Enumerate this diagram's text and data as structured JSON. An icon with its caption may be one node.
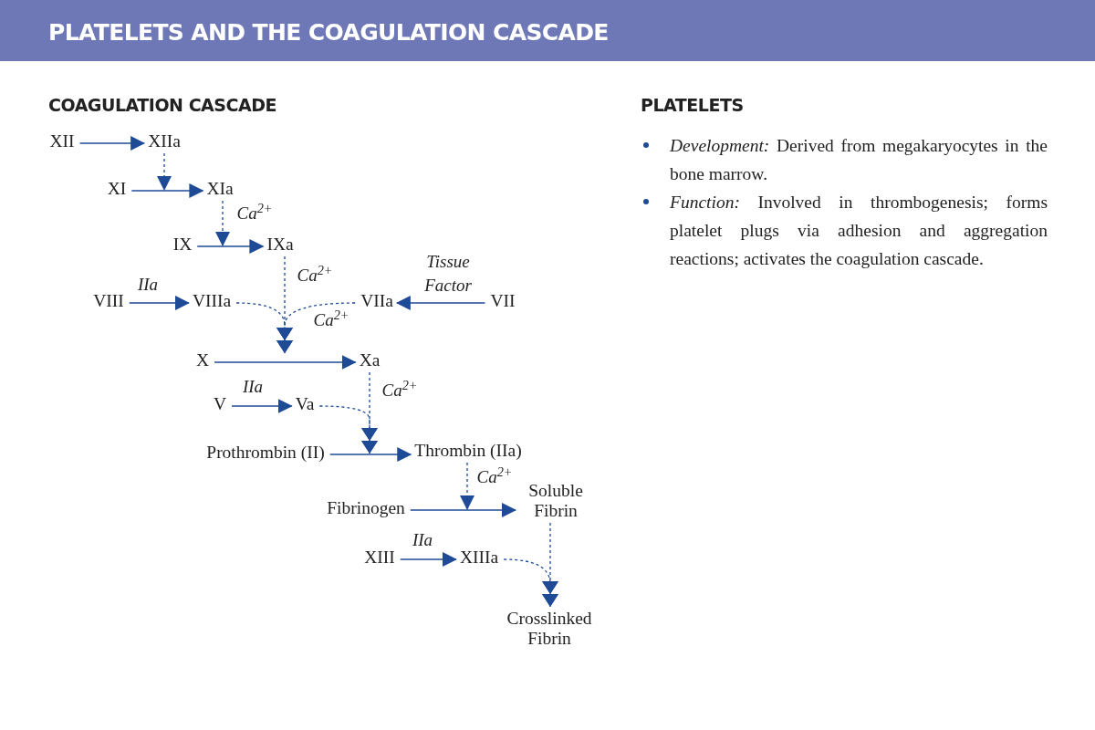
{
  "diagram": {
    "title": "PLATELETS AND THE COAGULATION CASCADE",
    "nodes": [
      {
        "text": [
          "XII"
        ]
      },
      {
        "text": [
          "XIIa"
        ]
      },
      {
        "text": [
          "XI"
        ]
      },
      {
        "text": [
          "XIa"
        ]
      },
      {
        "text": [
          "IX"
        ]
      },
      {
        "text": [
          "IXa"
        ]
      },
      {
        "text": [
          "VIII"
        ]
      },
      {
        "text": [
          "VIIIa"
        ]
      },
      {
        "text": [
          "VIIa"
        ]
      },
      {
        "text": [
          "VII"
        ]
      },
      {
        "text": [
          "X"
        ]
      },
      {
        "text": [
          "Xa"
        ]
      },
      {
        "text": [
          "V"
        ]
      },
      {
        "text": [
          "Va"
        ]
      },
      {
        "text": [
          "Prothrombin (II)"
        ]
      },
      {
        "text": [
          "Thrombin (IIa)"
        ]
      },
      {
        "text": [
          "Fibrinogen"
        ]
      },
      {
        "text": [
          "Soluble Fibrin"
        ]
      },
      {
        "text": [
          "XIII"
        ]
      },
      {
        "text": [
          "XIIIa"
        ]
      },
      {
        "text": [
          "Crosslinked Fibrin"
        ]
      }
    ],
    "edges": [
      {
        "from": 0,
        "to": 1,
        "arrow": "to"
      },
      {
        "from": 1,
        "to": 2,
        "arrow": "to",
        "style": "dashed"
      },
      {
        "from": 2,
        "to": 3,
        "arrow": "to"
      },
      {
        "from": 3,
        "to": 4,
        "arrow": "to",
        "style": "dashed",
        "label": "Ca$^{2+}$"
      },
      {
        "from": 4,
        "to": 5,
        "arrow": "to"
      },
      {
        "from": 5,
        "to": null,
        "arrow": "to",
        "style": "dashed",
        "label": "Ca$^{2+}$"
      },
      {
        "from": 6,
        "to": 7,
        "arrow": "to",
        "label": "IIa"
      },
      {
        "from": 7,
        "to": null,
        "arrow": "to",
        "style": "dashed"
      },
      {
        "from": 8,
        "to": null,
        "arrow": "to",
        "style": "dashed",
        "label": "Ca$^{2+}$"
      },
      {
        "from": 9,
        "to": 8,
        "arrow": "to",
        "label": "Tissue Factor"
      },
      {
        "from": 10,
        "to": 11,
        "arrow": "to"
      },
      {
        "from": 12,
        "to": 13,
        "arrow": "to",
        "label": "IIa"
      },
      {
        "from": 11,
        "to": null,
        "arrow": "to",
        "style": "dashed",
        "label": "Ca$^{2+}$"
      },
      {
        "from": 13,
        "to": null,
        "arrow": "to",
        "style": "dashed"
      },
      {
        "from": 14,
        "to": 15,
        "arrow": "to"
      },
      {
        "from": 15,
        "to": null,
        "arrow": "to",
        "style": "dashed",
        "label": "Ca$^{2+}$"
      },
      {
        "from": 16,
        "to": 17,
        "arrow": "to"
      },
      {
        "from": 18,
        "to": 19,
        "arrow": "to",
        "label": "IIa"
      },
      {
        "from": 17,
        "to": 20,
        "arrow": "to",
        "style": "dashed"
      },
      {
        "from": 19,
        "to": 20,
        "arrow": "to",
        "style": "dashed"
      }
    ],
    "labels": [
      "COAGULATION CASCADE",
      "PLATELETS",
      "*Development:* Derived from megakaryocytes in the bone marrow.",
      "*Function:* Involved in thrombogenesis; forms platelet plugs via adhesion and aggregation reactions; activates the coagulation cascade."
    ]
  }
}
